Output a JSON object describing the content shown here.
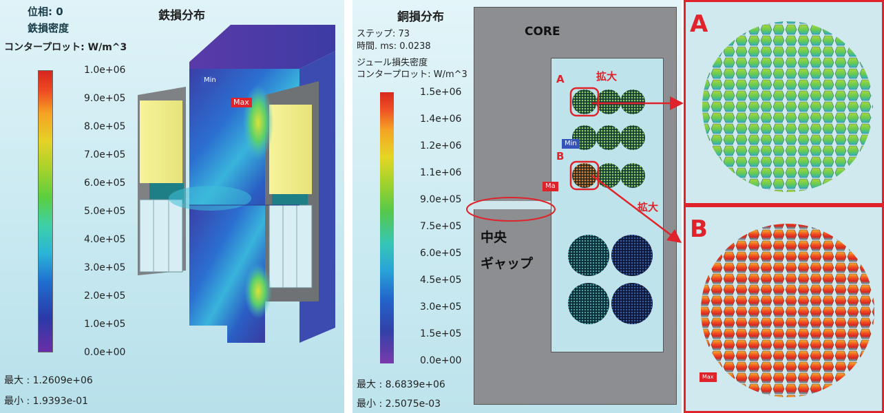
{
  "left": {
    "phase_label": "位相: 0",
    "quantity_label": "鉄損密度",
    "contour_label": "コンタープロット: W/m^3",
    "title": "鉄損分布",
    "ticks": [
      "1.0e+06",
      "9.0e+05",
      "8.0e+05",
      "7.0e+05",
      "6.0e+05",
      "5.0e+05",
      "4.0e+05",
      "3.0e+05",
      "2.0e+05",
      "1.0e+05",
      "0.0e+00"
    ],
    "max_label": "最大 : 1.2609e+06",
    "min_label": "最小 : 1.9393e-01",
    "marker_min": "Min",
    "marker_max": "Max"
  },
  "middle": {
    "title": "銅損分布",
    "step_label": "ステップ: 73",
    "time_label": "時間. ms: 0.0238",
    "quantity_label": "ジュール損失密度",
    "contour_label": "コンタープロット: W/m^3",
    "ticks": [
      "1.5e+06",
      "1.4e+06",
      "1.2e+06",
      "1.1e+06",
      "9.0e+05",
      "7.5e+05",
      "6.0e+05",
      "4.5e+05",
      "3.0e+05",
      "1.5e+05",
      "0.0e+00"
    ],
    "max_label": "最大 : 8.6839e+06",
    "min_label": "最小 : 2.5075e-03",
    "core_label": "CORE",
    "gap_label_1": "中央",
    "gap_label_2": "ギャップ",
    "label_a": "A",
    "label_b": "B",
    "zoom_label_1": "拡大",
    "zoom_label_2": "拡大",
    "marker_min": "Min",
    "marker_max": "Ma"
  },
  "right": {
    "zoom_a_letter": "A",
    "zoom_b_letter": "B",
    "marker_max": "Max"
  },
  "colors": {
    "accent_red": "#e0222a",
    "core_gray": "#8c8e91",
    "coil_yellow": "#f3ef8a"
  }
}
